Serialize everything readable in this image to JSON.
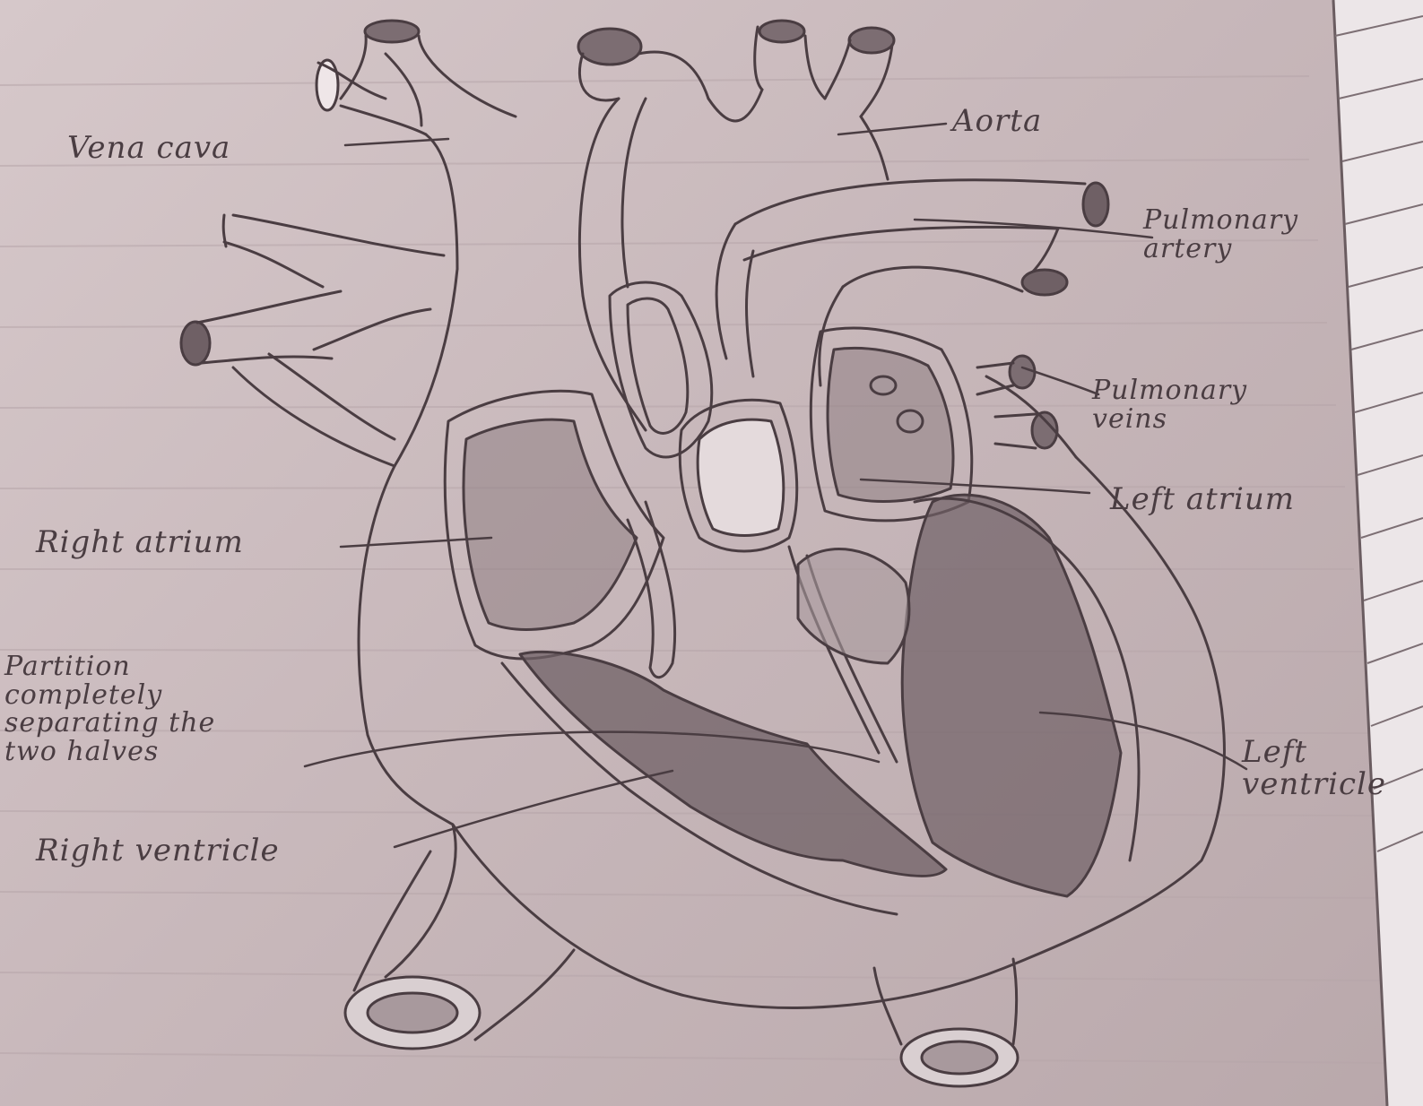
{
  "diagram": {
    "labels": {
      "vena_cava": "Vena cava",
      "aorta": "Aorta",
      "pulmonary_artery": "Pulmonary artery",
      "pulmonary_veins": "Pulmonary veins",
      "left_atrium": "Left atrium",
      "right_atrium": "Right atrium",
      "partition": "Partition\ncompletely\nseparating the\ntwo halves",
      "right_ventricle": "Right ventricle",
      "left_ventricle": "Left\nventricle"
    },
    "colors": {
      "paper": "#cdbec1",
      "pencil": "#4a3d42",
      "shade": "#8f7f84"
    }
  }
}
